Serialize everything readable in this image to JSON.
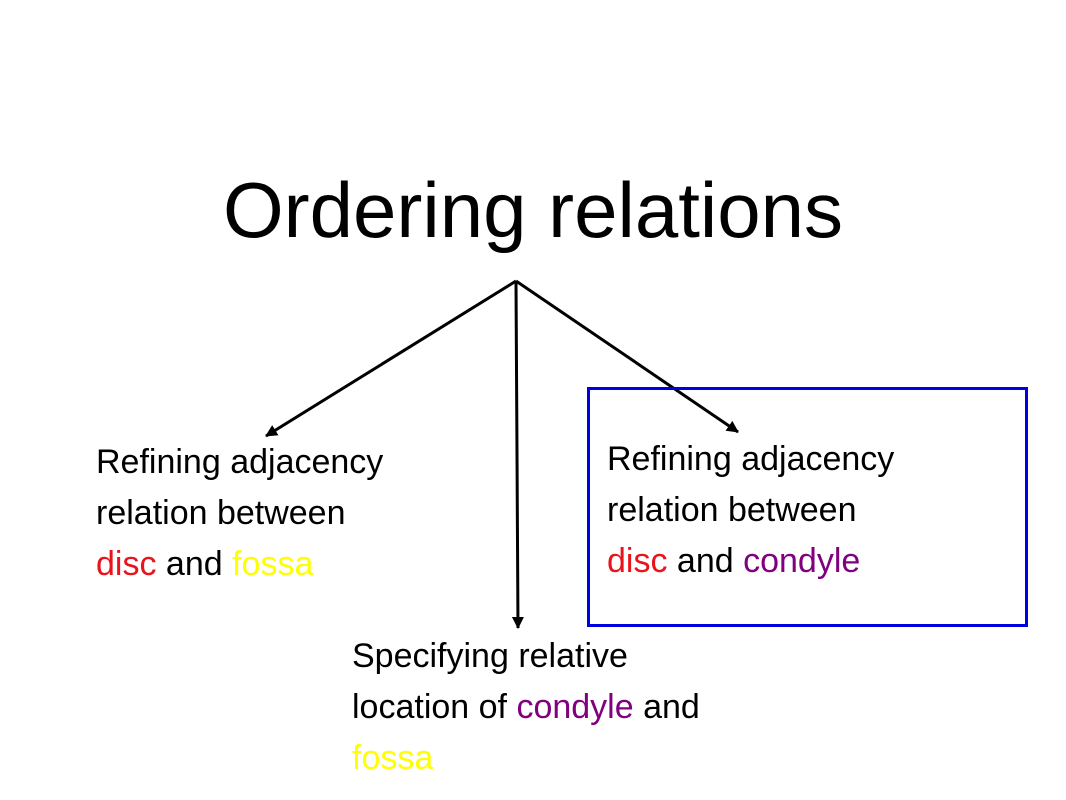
{
  "title": "Ordering relations",
  "colors": {
    "disc": "#e8141b",
    "fossa": "#ffff00",
    "condyle": "#800080",
    "highlight_border": "#0000e0",
    "text": "#000000"
  },
  "nodes": {
    "left": {
      "line1": "Refining adjacency",
      "line2": "relation between",
      "disc": "disc",
      "and": " and ",
      "fossa": "fossa"
    },
    "right": {
      "line1": "Refining adjacency",
      "line2": "relation between",
      "disc": "disc",
      "and": " and ",
      "condyle": "condyle"
    },
    "middle": {
      "line1": "Specifying relative",
      "line2_prefix": "location of ",
      "condyle": "condyle",
      "line2_suffix": " and",
      "fossa": "fossa"
    }
  }
}
